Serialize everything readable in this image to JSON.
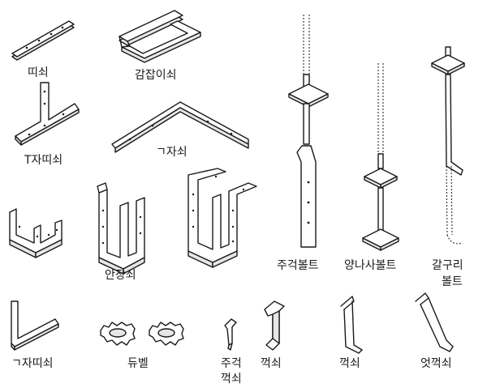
{
  "labels": {
    "ttisoe": "띠쇠",
    "gamjabisoe": "감잡이쇠",
    "tjatti": "T자띠쇠",
    "gjasoe": "ㄱ자쇠",
    "anjangsoe": "안장쇠",
    "jugeok_bolt": "주걱볼트",
    "yangnasa_bolt": "양나사볼트",
    "galgori_bolt_line1": "갈구리",
    "galgori_bolt_line2": "볼트",
    "gjatti": "ㄱ자띠쇠",
    "dyubel": "듀벨",
    "jugeok_kkeoksoe_line1": "주걱",
    "jugeok_kkeoksoe_line2": "꺽쇠",
    "kkeoksoe_1": "꺽쇠",
    "kkeoksoe_2": "꺽쇠",
    "eotkkeoksoe": "엇꺽쇠"
  },
  "colors": {
    "line": "#1a1a1a",
    "fill": "#ffffff",
    "shade": "#e6e6e6"
  }
}
